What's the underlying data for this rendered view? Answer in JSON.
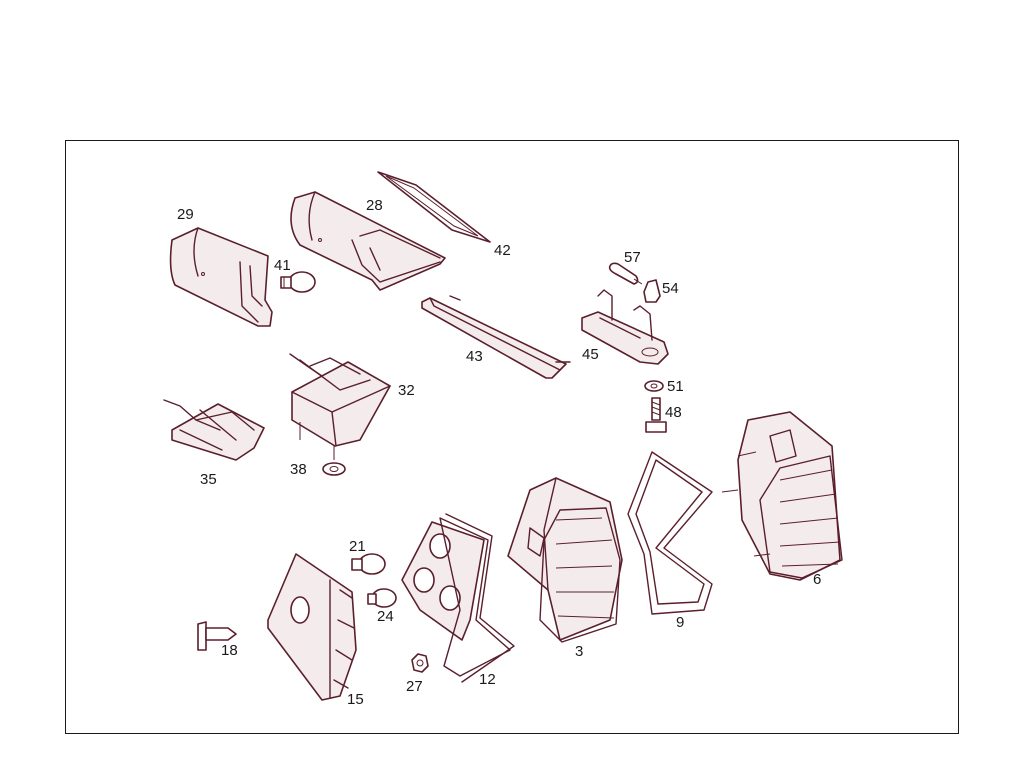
{
  "callouts": [
    {
      "id": "29",
      "text": "29"
    },
    {
      "id": "28",
      "text": "28"
    },
    {
      "id": "42",
      "text": "42"
    },
    {
      "id": "41",
      "text": "41"
    },
    {
      "id": "57",
      "text": "57"
    },
    {
      "id": "54",
      "text": "54"
    },
    {
      "id": "43",
      "text": "43"
    },
    {
      "id": "45",
      "text": "45"
    },
    {
      "id": "32",
      "text": "32"
    },
    {
      "id": "51",
      "text": "51"
    },
    {
      "id": "48",
      "text": "48"
    },
    {
      "id": "35",
      "text": "35"
    },
    {
      "id": "38",
      "text": "38"
    },
    {
      "id": "21",
      "text": "21"
    },
    {
      "id": "24",
      "text": "24"
    },
    {
      "id": "18",
      "text": "18"
    },
    {
      "id": "27",
      "text": "27"
    },
    {
      "id": "12",
      "text": "12"
    },
    {
      "id": "15",
      "text": "15"
    },
    {
      "id": "3",
      "text": "3"
    },
    {
      "id": "9",
      "text": "9"
    },
    {
      "id": "6",
      "text": "6"
    }
  ],
  "colors": {
    "linework": "#5a1f2c",
    "frame": "#1a1a1a",
    "fill": "#f4ecec"
  }
}
